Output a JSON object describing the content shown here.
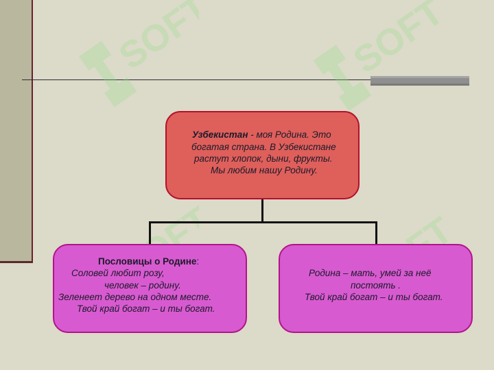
{
  "top_node": {
    "title_bold": "Узбекистан",
    "title_rest": " - моя Родина. Это",
    "line2": "богатая страна. В Узбекистане",
    "line3": "растут хлопок, дыни, фрукты.",
    "line4": "Мы любим нашу Родину."
  },
  "left_node": {
    "heading_bold": "Пословицы о Родине",
    "heading_colon": ":",
    "line1": "Соловей любит розу,",
    "line2": "человек –       родину.",
    "line3": "Зеленеет дерево на одном месте.",
    "line4": "Твой край богат – и ты богат."
  },
  "right_node": {
    "line1": "Родина – мать, умей   за неё",
    "line2": "постоять .",
    "line3": "Твой край богат – и ты богат."
  },
  "watermark": {
    "text": "SOFT"
  },
  "colors": {
    "background": "#dcdac8",
    "top_node": "#df5f5b",
    "bottom_nodes": "#d85ad0",
    "watermark": "#8fe08a"
  }
}
